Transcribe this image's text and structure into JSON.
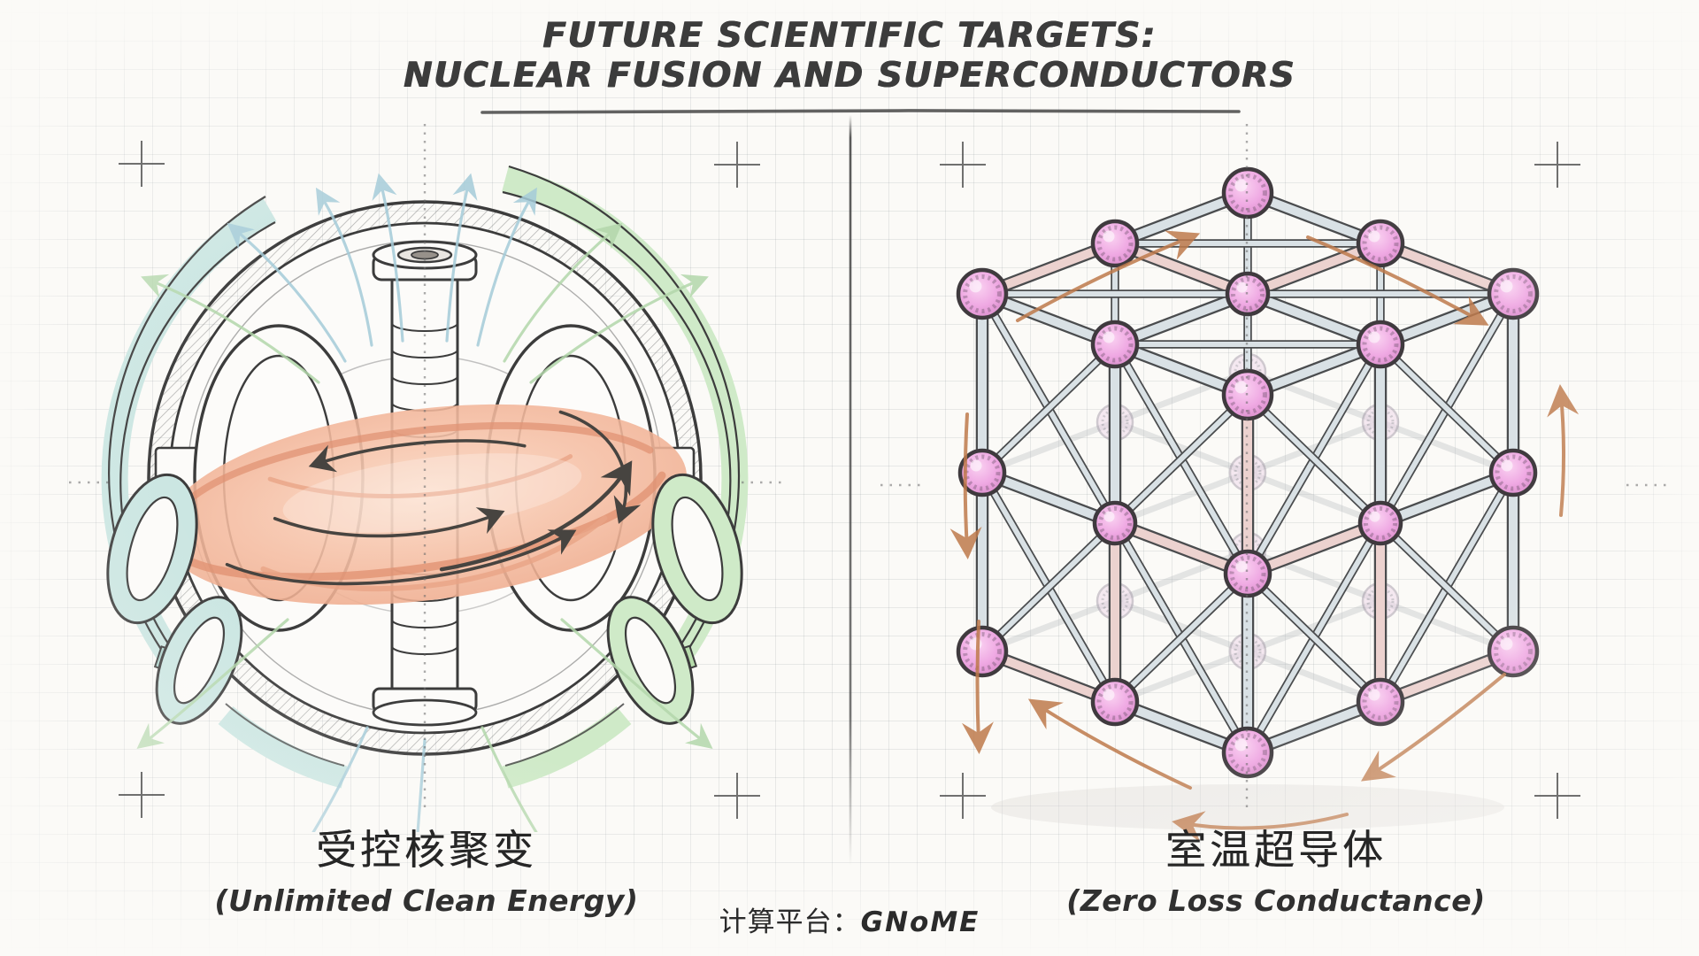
{
  "title": {
    "line1": "FUTURE SCIENTIFIC TARGETS:",
    "line2": "NUCLEAR FUSION AND SUPERCONDUCTORS"
  },
  "panels": {
    "fusion": {
      "caption_zh": "受控核聚变",
      "caption_en": "(Unlimited Clean Energy)"
    },
    "superconductor": {
      "caption_zh": "室温超导体",
      "caption_en": "(Zero Loss Conductance)"
    }
  },
  "footer": {
    "label": "计算平台：",
    "value": "GNoME"
  },
  "colors": {
    "paper": "#fbfaf7",
    "ink": "#3c3c3c",
    "pencil": "#6d6d6d",
    "plasma": "#f5bda2",
    "plasma_stroke": "#e09070",
    "coil_teal": "#cbe6e2",
    "coil_green": "#cfeac8",
    "arrow_blue": "#a5ccd9",
    "arrow_green": "#b3d7ab",
    "atom_pink": "#efa9e3",
    "rod_steel": "#d9e1e5",
    "rod_warm": "#ecd2cf",
    "rod_outline": "#4a4c4e",
    "current_arrow": "#bf7a4c"
  }
}
